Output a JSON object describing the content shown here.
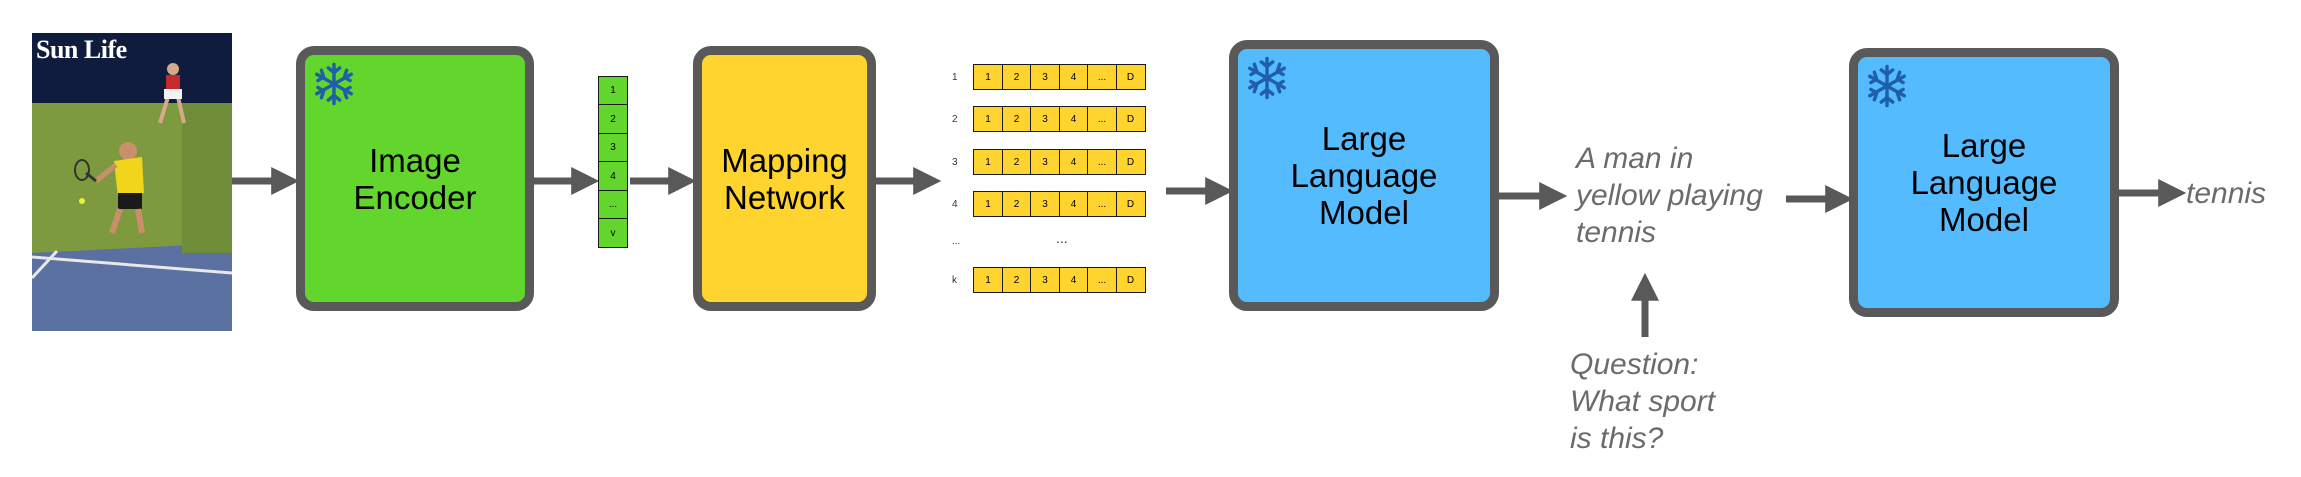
{
  "photo": {
    "brand_text": "Sun Life"
  },
  "image_encoder": {
    "lines": [
      "Image",
      "Encoder"
    ],
    "icon": "snowflake-icon"
  },
  "embedding_vector": {
    "cells": [
      "1",
      "2",
      "3",
      "4",
      "...",
      "v"
    ]
  },
  "mapping_network": {
    "lines": [
      "Mapping",
      "Network"
    ]
  },
  "prefix_tokens": {
    "rows": [
      {
        "label": "1",
        "cells": [
          "1",
          "2",
          "3",
          "4",
          "...",
          "D"
        ]
      },
      {
        "label": "2",
        "cells": [
          "1",
          "2",
          "3",
          "4",
          "...",
          "D"
        ]
      },
      {
        "label": "3",
        "cells": [
          "1",
          "2",
          "3",
          "4",
          "...",
          "D"
        ]
      },
      {
        "label": "4",
        "cells": [
          "1",
          "2",
          "3",
          "4",
          "...",
          "D"
        ]
      },
      {
        "label": "k",
        "cells": [
          "1",
          "2",
          "3",
          "4",
          "...",
          "D"
        ]
      }
    ],
    "gap_label": "...",
    "gap_marker": "..."
  },
  "llm_1": {
    "lines": [
      "Large",
      "Language",
      "Model"
    ],
    "icon": "snowflake-icon"
  },
  "caption_output": {
    "lines": [
      "A man in",
      "yellow playing",
      "tennis"
    ]
  },
  "question": {
    "lines": [
      "Question:",
      "What sport",
      "is this?"
    ]
  },
  "llm_2": {
    "lines": [
      "Large",
      "Language",
      "Model"
    ],
    "icon": "snowflake-icon"
  },
  "answer": {
    "text": "tennis"
  },
  "colors": {
    "encoder_fill": "#62d62d",
    "mapping_fill": "#ffd42f",
    "llm_fill": "#55bbff",
    "border": "#595959",
    "arrow": "#595959",
    "snowflake": "#1f5fa8",
    "caption_text": "#6b6b6b"
  }
}
